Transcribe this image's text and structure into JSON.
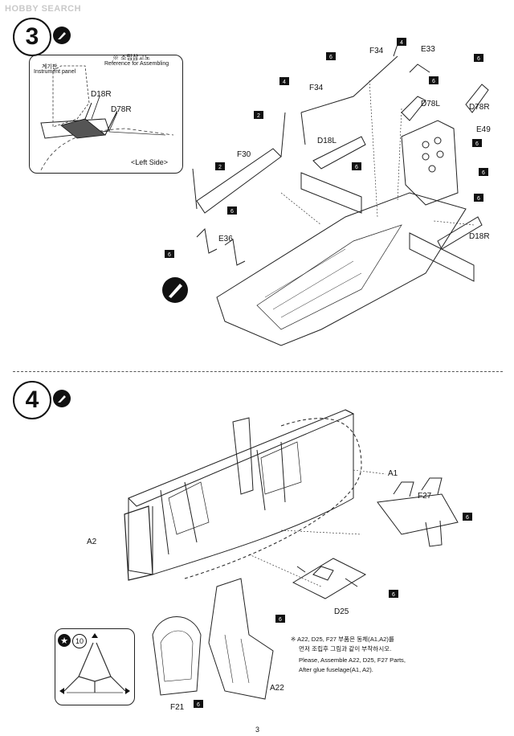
{
  "watermark": "HOBBY SEARCH",
  "step3": {
    "number": "3",
    "reference_box": {
      "title": "※ 조립참고도",
      "subtitle": "Reference for Assembling",
      "instrument_kr": "계기판",
      "instrument_en": "Instrument panel",
      "part_a": "D18R",
      "part_b": "D78R",
      "side_note": "<Left Side>"
    },
    "labels": {
      "f34_top": "F34",
      "e33": "E33",
      "f34_left": "F34",
      "d78l": "D78L",
      "d78r": "D78R",
      "d18l": "D18L",
      "e49": "E49",
      "f30": "F30",
      "e36": "E36",
      "d18r": "D18R"
    },
    "paint_codes": {
      "c1": "6",
      "c2": "4",
      "c3": "4",
      "c4": "6",
      "c5": "6",
      "c6": "2",
      "c7": "6",
      "c8": "2",
      "c9": "6",
      "c10": "6",
      "c11": "6",
      "c12": "6",
      "c13": "6"
    }
  },
  "step4": {
    "number": "4",
    "labels": {
      "a1": "A1",
      "a2": "A2",
      "f27": "F27",
      "d25": "D25",
      "f21": "F21",
      "a22": "A22"
    },
    "paint_codes": {
      "c1": "6",
      "c2": "6",
      "c3": "6",
      "c4": "6"
    },
    "decal_number": "10",
    "note_kr_1": "※ A22, D25, F27 부품은 동체(A1,A2)를",
    "note_kr_2": "먼저 조립후 그림과 같이 부착하시오.",
    "note_en_1": "Please, Assemble A22, D25, F27 Parts,",
    "note_en_2": "After glue fuselage(A1, A2)."
  },
  "page_number": "3"
}
